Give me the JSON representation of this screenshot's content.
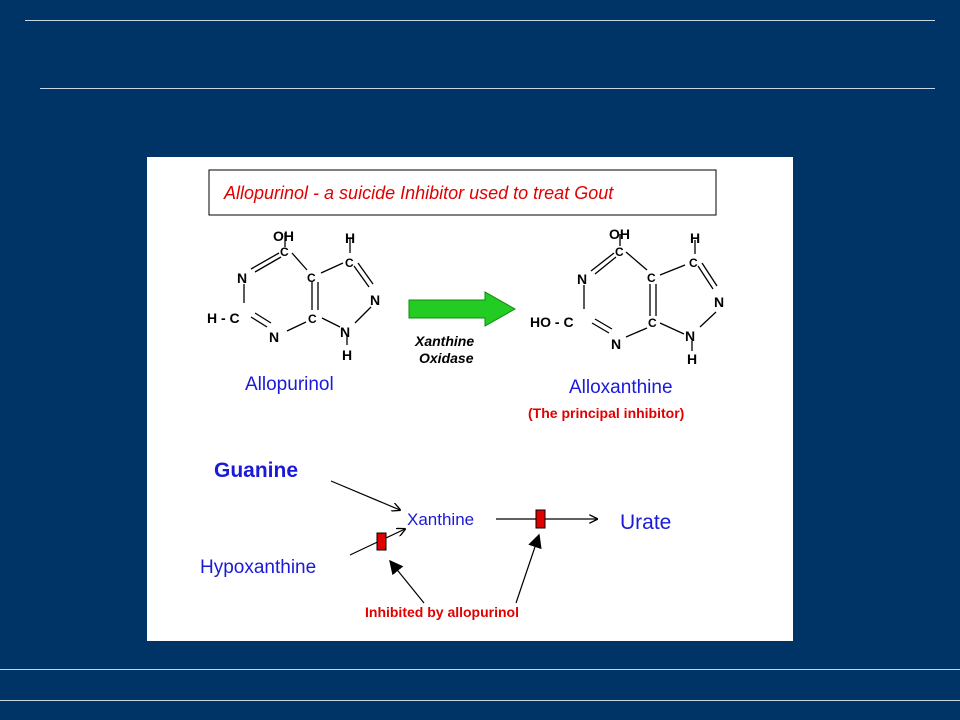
{
  "diagram": {
    "title": "Allopurinol  - a suicide Inhibitor used to treat Gout",
    "left_molecule": {
      "name": "Allopurinol",
      "atoms": {
        "oh": "OH",
        "c_top": "C",
        "h_top": "H",
        "c_rt": "C",
        "n_left": "N",
        "c_center": "C",
        "n_right": "N",
        "h_c": "H - C",
        "c_bottom": "C",
        "n_h": "N",
        "h_bottom": "H",
        "n_bottom": "N"
      }
    },
    "arrow_label_line1": "Xanthine",
    "arrow_label_line2": "Oxidase",
    "right_molecule": {
      "name": "Alloxanthine",
      "note": "(The principal inhibitor)",
      "atoms": {
        "oh": "OH",
        "c_top": "C",
        "h_top": "H",
        "c_rt": "C",
        "n_left": "N",
        "c_center": "C",
        "n_right": "N",
        "ho_c": "HO - C",
        "c_bottom": "C",
        "n_h": "N",
        "h_bottom": "H",
        "n_bottom": "N"
      }
    },
    "pathway": {
      "guanine": "Guanine",
      "hypoxanthine": "Hypoxanthine",
      "xanthine": "Xanthine",
      "urate": "Urate",
      "inhibited_label": "Inhibited by allopurinol"
    }
  },
  "colors": {
    "background": "#003366",
    "text_blue": "#1a1ad8",
    "text_red": "#e00000",
    "arrow_green": "#22cc22",
    "block_red": "#e00000"
  }
}
